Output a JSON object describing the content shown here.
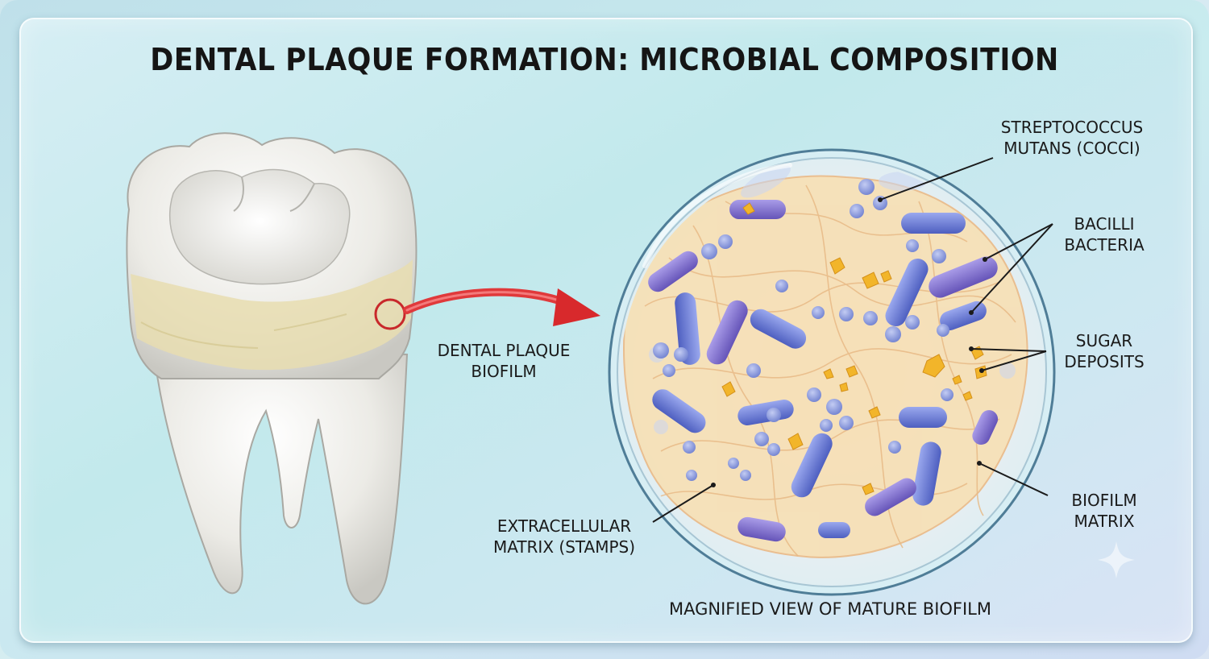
{
  "title": "DENTAL PLAQUE FORMATION: MICROBIAL COMPOSITION",
  "labels": {
    "plaque_line1": "DENTAL PLAQUE",
    "plaque_line2": "BIOFILM",
    "strep_line1": "STREPTOCOCCUS",
    "strep_line2": "MUTANS (COCCI)",
    "bacilli_line1": "BACILLI",
    "bacilli_line2": "BACTERIA",
    "sugar_line1": "SUGAR",
    "sugar_line2": "DEPOSITS",
    "matrix_line1": "BIOFILM",
    "matrix_line2": "MATRIX",
    "ecm_line1": "EXTRACELLULAR",
    "ecm_line2": "MATRIX (STAMPS)",
    "caption": "MAGNIFIED VIEW OF MATURE BIOFILM"
  },
  "colors": {
    "bacilli": "#6b7fd6",
    "cocci": "#8f9fe0",
    "sugar": "#f2b52a",
    "matrix": "#f6ddb0",
    "arrow": "#e0393b",
    "tooth": "#f2f2ee",
    "plaque": "#e6dcae"
  }
}
